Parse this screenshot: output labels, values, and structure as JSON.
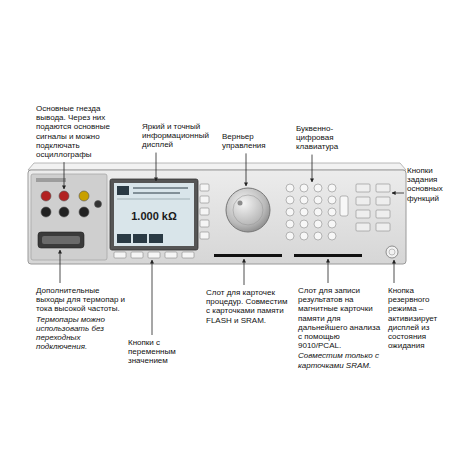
{
  "diagram": {
    "labels": [
      "Основные гнезда вывода. Через них подаются основные сигналы и можно подключать осциллографы",
      "Яркий и точный информационный дисплей",
      "Верньер управления",
      "Буквенно-цифровая клавиатура",
      "Кнопки задания основных функций",
      "Дополнительные выходы для термопар и тока высокой частоты.",
      "Термопары можно использовать без переходных подключения.",
      "Кнопки с переменным значением",
      "Слот для карточек процедур. Совместим с карточками памяти FLASH и SRAM.",
      "Слот для записи результатов на магнитные карточки памяти для дальнейшего анализа с помощью 9010/PCAL.",
      "Совместим только с карточками SRAM.",
      "Кнопка резервного режима – активизирует дисплей из состояния ожидания",
      "1.000 kΩ"
    ]
  }
}
